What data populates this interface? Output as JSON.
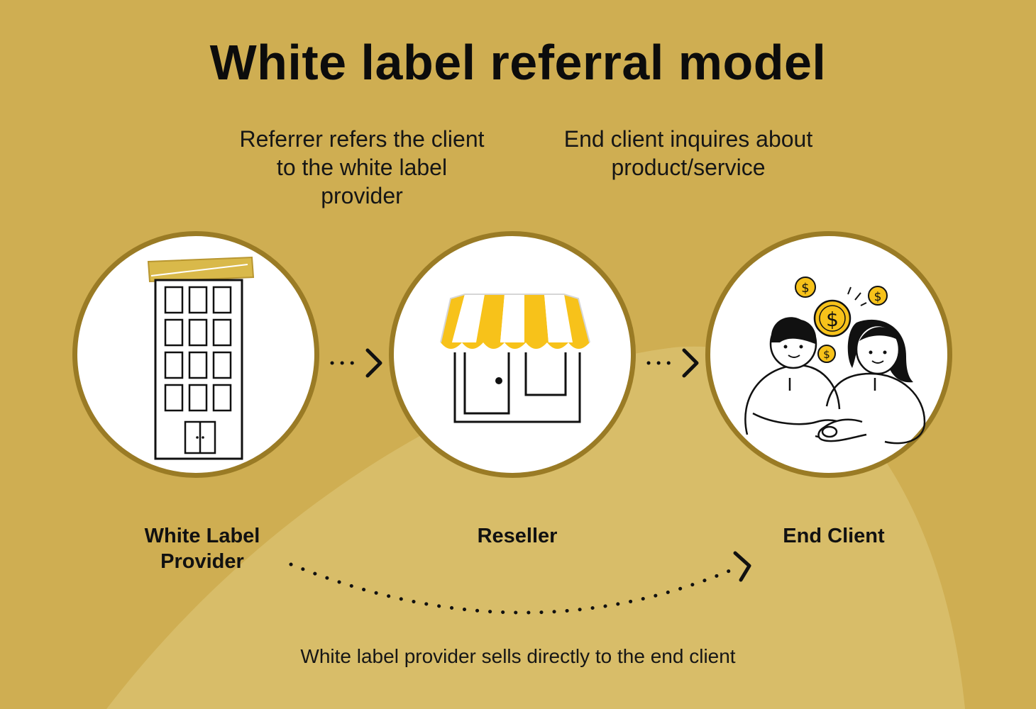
{
  "title": "White label referral model",
  "steps": {
    "referral_text": "Referrer refers the client to the white label provider",
    "inquiry_text": "End client inquires about product/service"
  },
  "nodes": [
    {
      "label": "White Label Provider",
      "icon": "office-building-icon"
    },
    {
      "label": "Reseller",
      "icon": "storefront-icon"
    },
    {
      "label": "End Client",
      "icon": "people-handshake-money-icon"
    }
  ],
  "bottom_caption": "White label provider sells directly to the end client",
  "colors": {
    "background": "#cfae52",
    "light_area": "#d8bd69",
    "circle_border": "#9a7b25",
    "accent_yellow": "#f7c21a"
  }
}
